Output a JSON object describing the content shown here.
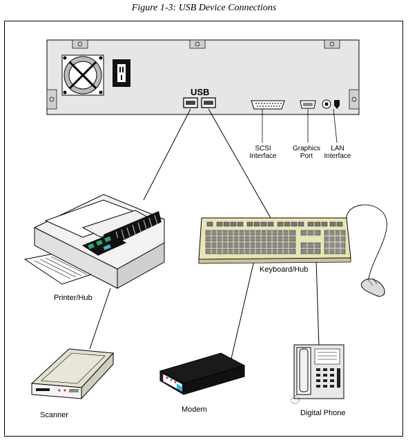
{
  "caption": "Figure 1-3: USB Device Connections",
  "labels": {
    "usb": "USB",
    "scsi_line1": "SCSI",
    "scsi_line2": "Interface",
    "graphics_line1": "Graphics",
    "graphics_line2": "Port",
    "lan_line1": "LAN",
    "lan_line2": "Interface",
    "printer": "Printer/Hub",
    "keyboard": "Keyboard/Hub",
    "scanner": "Scanner",
    "modem": "Modem",
    "phone": "Digital Phone"
  }
}
